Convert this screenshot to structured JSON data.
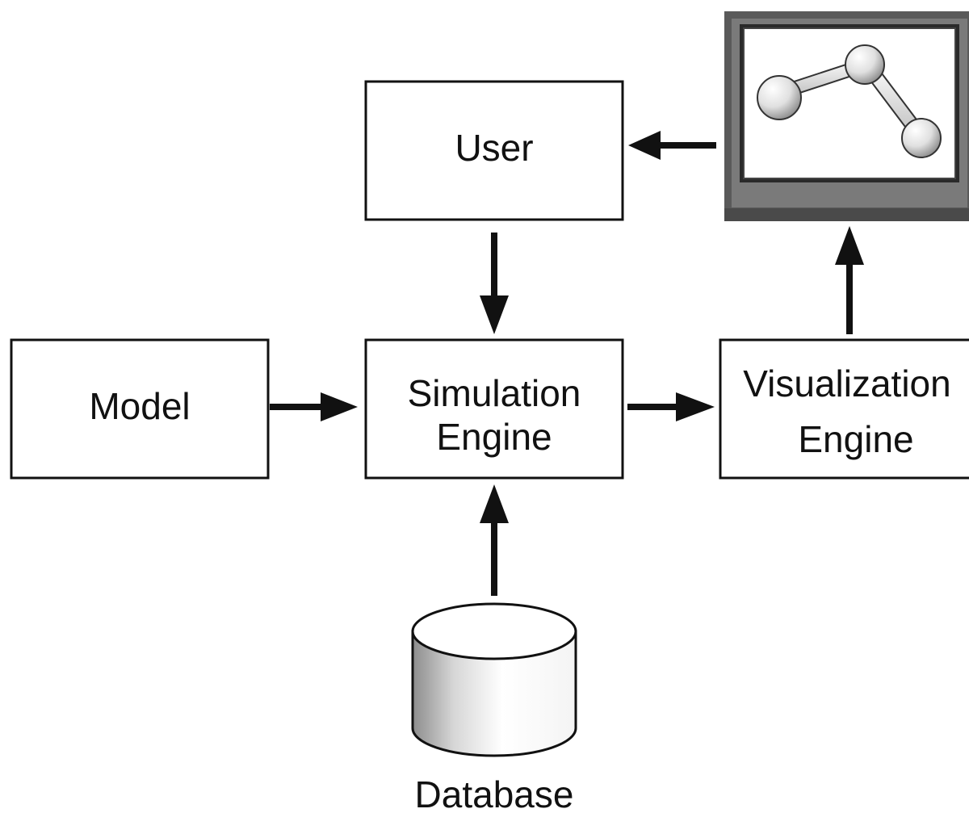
{
  "diagram": {
    "nodes": {
      "user": {
        "label": "User"
      },
      "model": {
        "label": "Model"
      },
      "simulation_engine": {
        "line1": "Simulation",
        "line2": "Engine"
      },
      "visualization_engine": {
        "line1": "Visualization",
        "line2": "Engine"
      },
      "database": {
        "label": "Database"
      },
      "display": {
        "icon": "monitor-molecule-icon"
      }
    },
    "edges": [
      {
        "from": "display",
        "to": "user"
      },
      {
        "from": "user",
        "to": "simulation_engine"
      },
      {
        "from": "model",
        "to": "simulation_engine"
      },
      {
        "from": "simulation_engine",
        "to": "visualization_engine"
      },
      {
        "from": "visualization_engine",
        "to": "display"
      },
      {
        "from": "database",
        "to": "simulation_engine"
      }
    ],
    "colors": {
      "stroke": "#111111",
      "monitor_frame": "#5a5a5a",
      "monitor_bezel": "#7a7a7a",
      "screen": "#ffffff"
    }
  }
}
